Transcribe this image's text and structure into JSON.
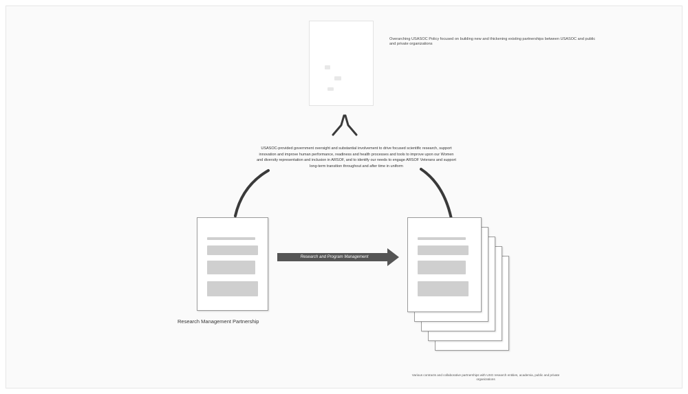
{
  "top": {
    "policy_text": "Overarching USASOC Policy focused on building new and thickening existing partnerships between USASOC and public and private organizations"
  },
  "center": {
    "oversight_text": "USASOC-provided government oversight and substantial involvement to drive focused scientific research, support innovation and improve human performance, readiness and health processes and tools to improve upon our Women and diversity representation and inclusion in ARSOF, and to identify our needs to engage ARSOF Veterans and support long-term transition throughout and after time in uniform"
  },
  "left": {
    "label": "Research Management Partnership"
  },
  "arrow": {
    "label": "Research and Program Management"
  },
  "right": {
    "caption": "Various contracts and collaborative partnerships with USG research entities, academia, public and private organizations"
  },
  "style": {
    "accent": "#3a3a3a",
    "arrow_color": "#555555",
    "document_border": "#9a9a9a"
  }
}
